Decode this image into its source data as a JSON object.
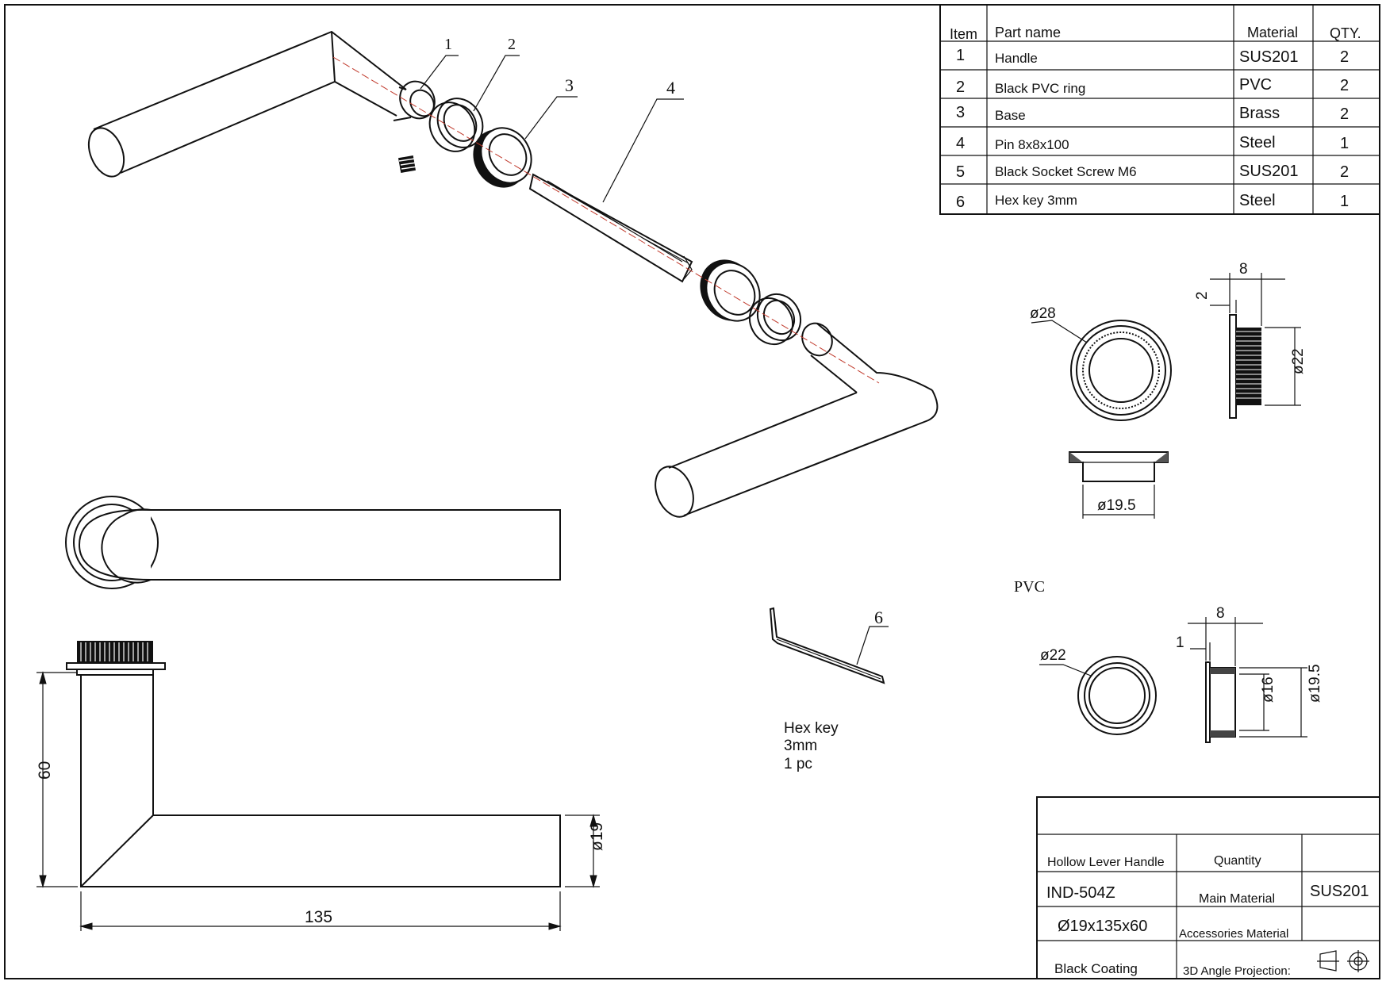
{
  "bom": {
    "headers": {
      "item": "Item",
      "part_name": "Part name",
      "material": "Material",
      "qty": "QTY."
    },
    "rows": [
      {
        "item": "1",
        "part_name": "Handle",
        "material": "SUS201",
        "qty": "2"
      },
      {
        "item": "2",
        "part_name": "Black PVC ring",
        "material": "PVC",
        "qty": "2"
      },
      {
        "item": "3",
        "part_name": "Base",
        "material": "Brass",
        "qty": "2"
      },
      {
        "item": "4",
        "part_name": "Pin 8x8x100",
        "material": "Steel",
        "qty": "1"
      },
      {
        "item": "5",
        "part_name": "Black  Socket Screw M6",
        "material": "SUS201",
        "qty": "2"
      },
      {
        "item": "6",
        "part_name": "Hex key  3mm",
        "material": "Steel",
        "qty": "1"
      }
    ]
  },
  "callouts": {
    "c1": "1",
    "c2": "2",
    "c3": "3",
    "c4": "4",
    "c6": "6"
  },
  "base_detail": {
    "dia_outer": "ø28",
    "dia_knurl": "ø22",
    "dia_inner": "ø19.5",
    "width": "8",
    "flange": "2"
  },
  "pvc_detail": {
    "title": "PVC",
    "dia_outer": "ø22",
    "dia_inner": "ø16",
    "dia_flange": "ø19.5",
    "width": "8",
    "flange": "1"
  },
  "hex_key": {
    "line1": "Hex key",
    "line2": "3mm",
    "line3": "1 pc"
  },
  "dimensions": {
    "height": "60",
    "length": "135",
    "diameter": "ø19"
  },
  "title_block": {
    "product_name": "Hollow Lever Handle",
    "quantity_label": "Quantity",
    "model": "IND-504Z",
    "main_material_label": "Main Material",
    "main_material": "SUS201",
    "size": "Ø19x135x60",
    "accessories_label": "Accessories Material",
    "finish": "Black Coating",
    "projection_label": "3D Angle Projection:"
  }
}
